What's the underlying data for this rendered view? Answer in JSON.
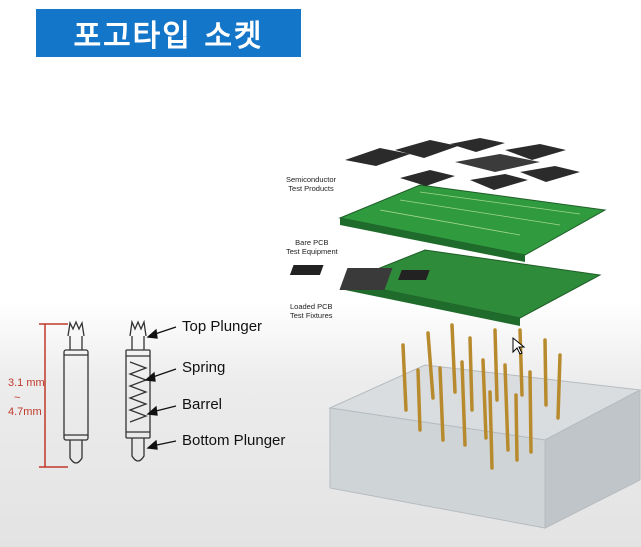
{
  "title": "포고타입 소켓",
  "pin_diagram": {
    "dimension_top": "3.1 mm",
    "dimension_sep": "~",
    "dimension_bottom": "4.7mm",
    "labels": {
      "top_plunger": "Top Plunger",
      "spring": "Spring",
      "barrel": "Barrel",
      "bottom_plunger": "Bottom Plunger"
    }
  },
  "exploded_view": {
    "layer1": [
      "Semiconductor",
      "Test Products"
    ],
    "layer2": [
      "Bare PCB",
      "Test Equipment"
    ],
    "layer3": [
      "Loaded PCB",
      "Test Fixtures"
    ]
  },
  "colors": {
    "title_bg": "#1476c8",
    "dimension": "#c0392b",
    "pcb_green": "#2e8b3a",
    "pin_gold": "#c9a24a"
  }
}
